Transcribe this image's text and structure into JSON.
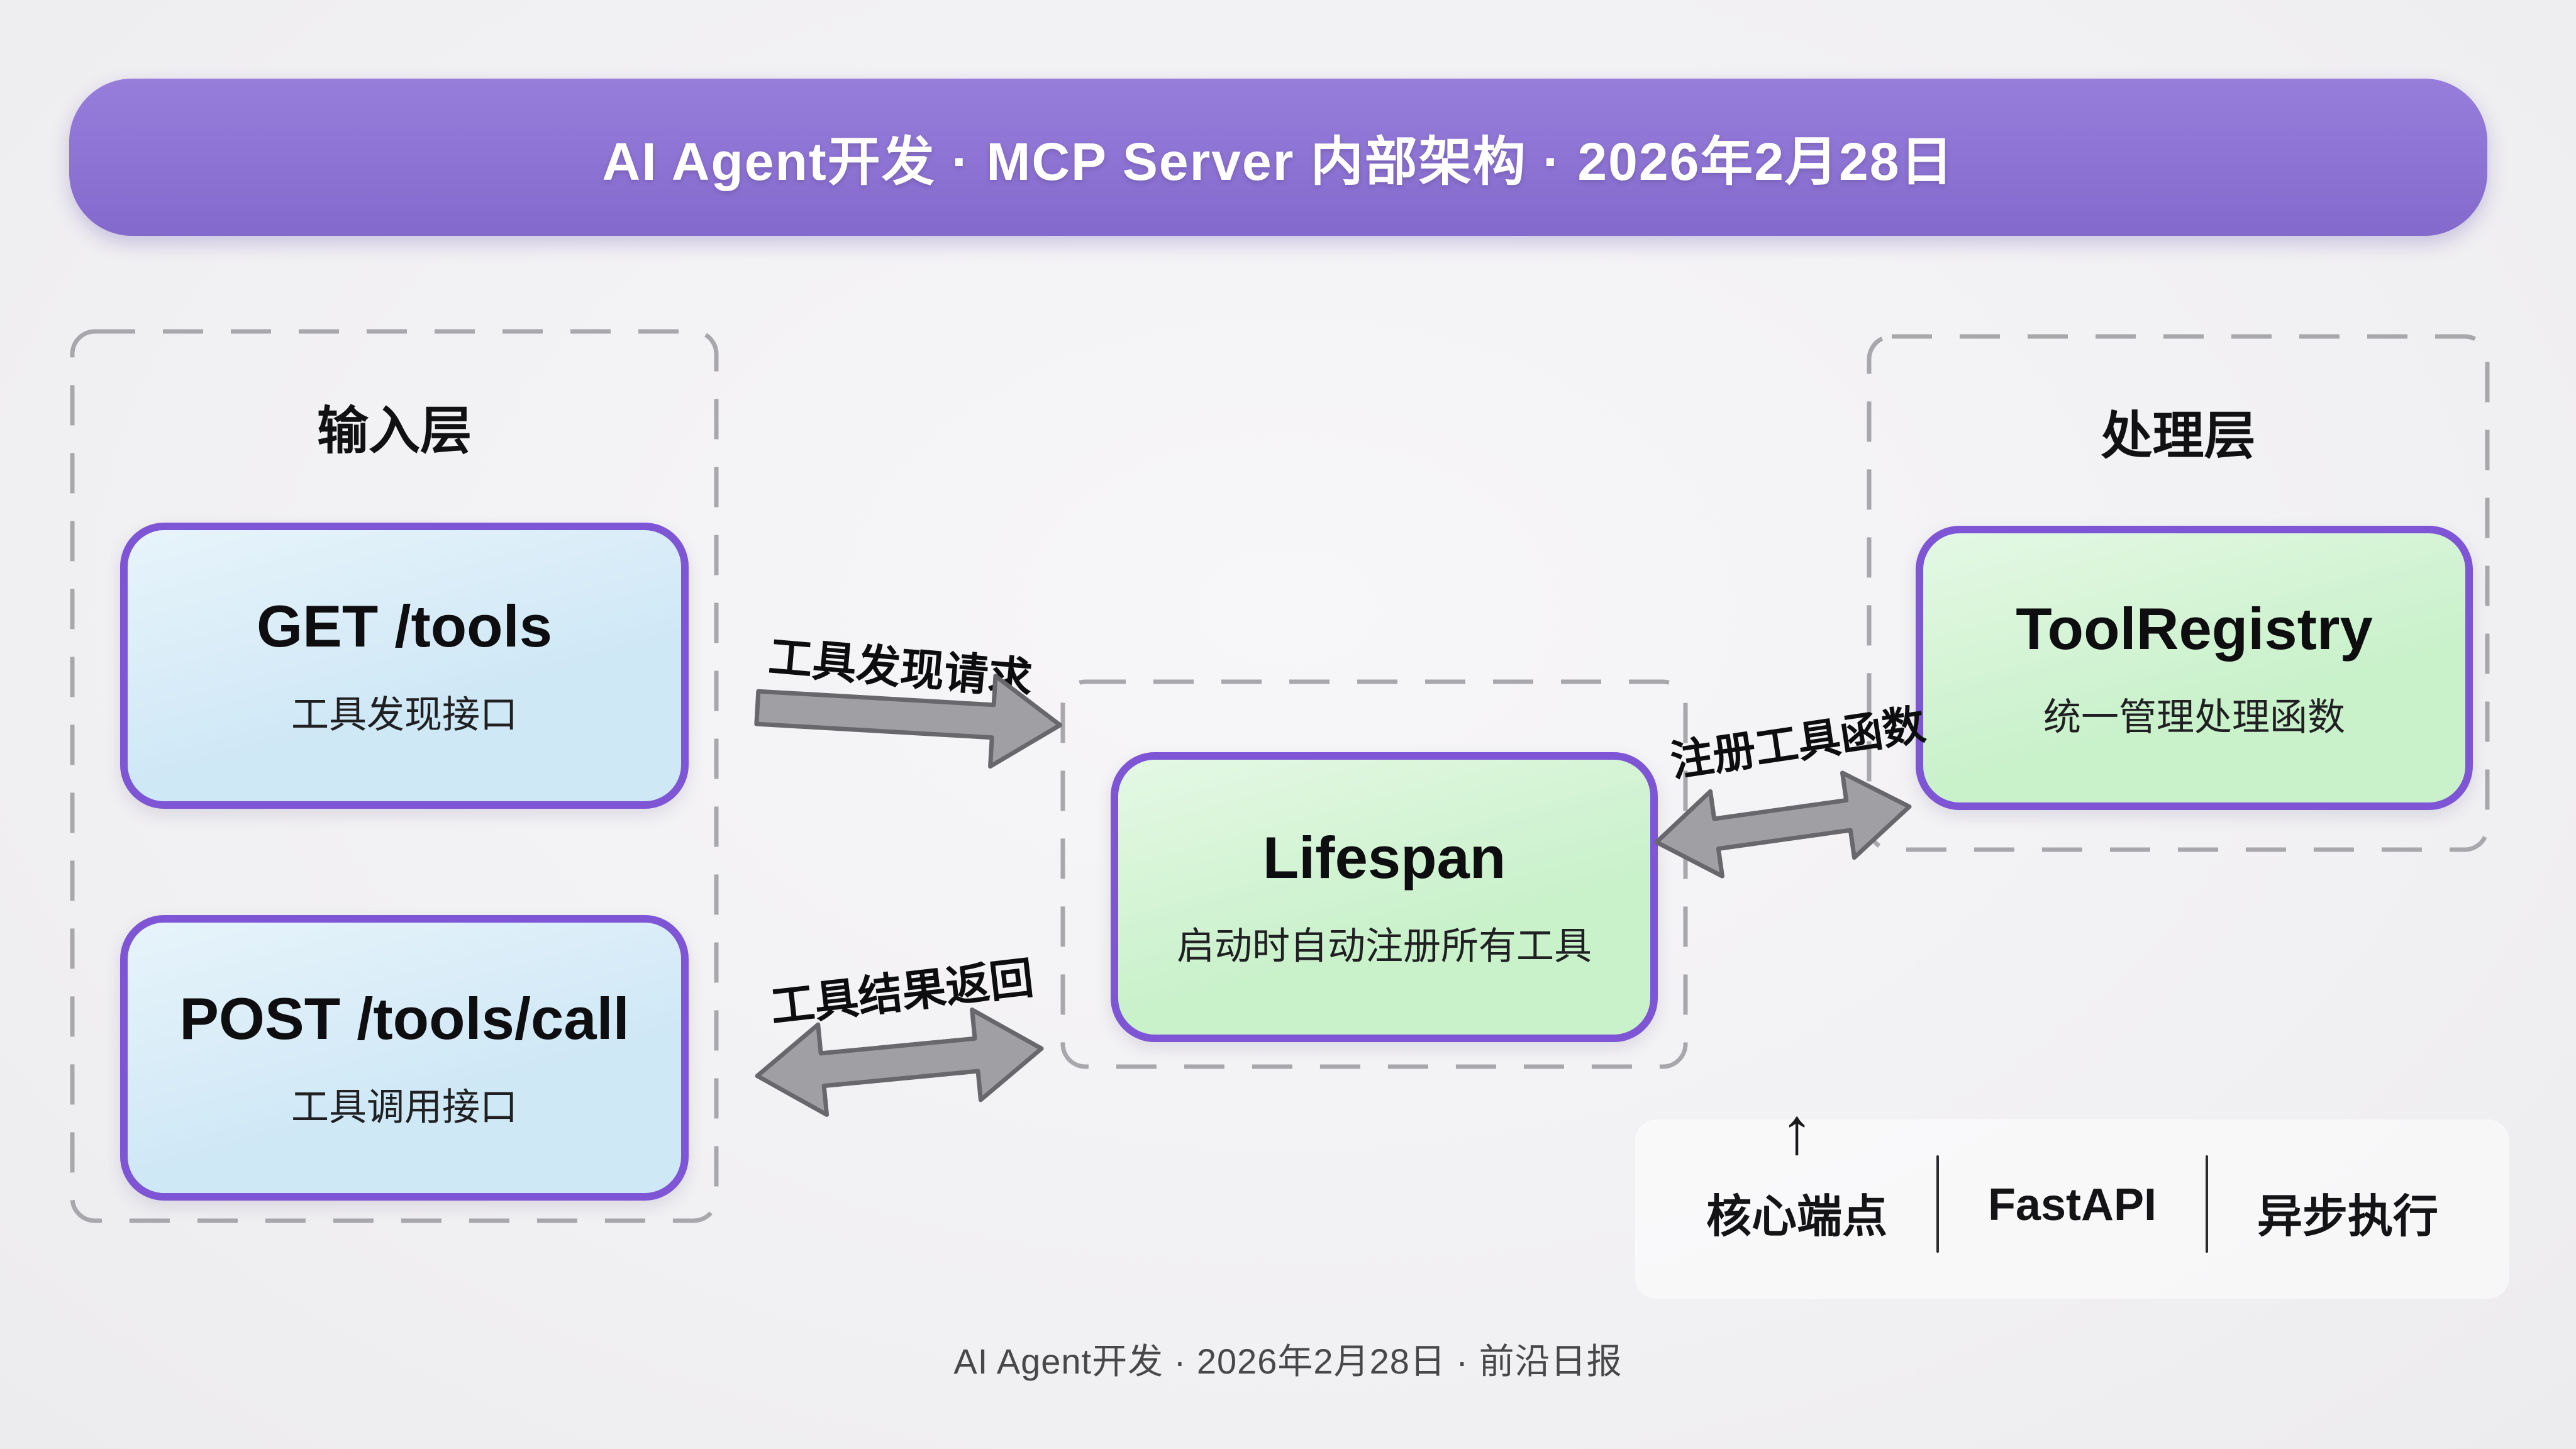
{
  "banner": {
    "title": "AI Agent开发 · MCP Server 内部架构 · 2026年2月28日"
  },
  "layers": {
    "input": {
      "label": "输入层",
      "nodes": [
        {
          "title": "GET /tools",
          "subtitle": "工具发现接口"
        },
        {
          "title": "POST /tools/call",
          "subtitle": "工具调用接口"
        }
      ]
    },
    "core": {
      "node": {
        "title": "Lifespan",
        "subtitle": "启动时自动注册所有工具"
      }
    },
    "processing": {
      "label": "处理层",
      "nodes": [
        {
          "title": "ToolRegistry",
          "subtitle": "统一管理处理函数"
        }
      ]
    }
  },
  "arrows": [
    {
      "label": "工具发现请求",
      "direction": "right"
    },
    {
      "label": "工具结果返回",
      "direction": "both"
    },
    {
      "label": "注册工具函数",
      "direction": "both"
    }
  ],
  "legend": {
    "up_arrow_icon": "↑",
    "items": [
      "核心端点",
      "FastAPI",
      "异步执行"
    ]
  },
  "footer": {
    "text": "AI Agent开发 · 2026年2月28日 · 前沿日报"
  },
  "colors": {
    "banner_bg": "#8b6fd7",
    "node_border": "#7d55d5",
    "input_node_bg": "#cfe8f6",
    "core_node_bg": "#c9f1ca",
    "arrow_fill": "#a0a0a4",
    "arrow_stroke": "#68686c",
    "dash_border": "#a8a8ac",
    "page_bg": "#f2f1f3",
    "text_primary": "#151517",
    "text_muted": "#48484b"
  }
}
